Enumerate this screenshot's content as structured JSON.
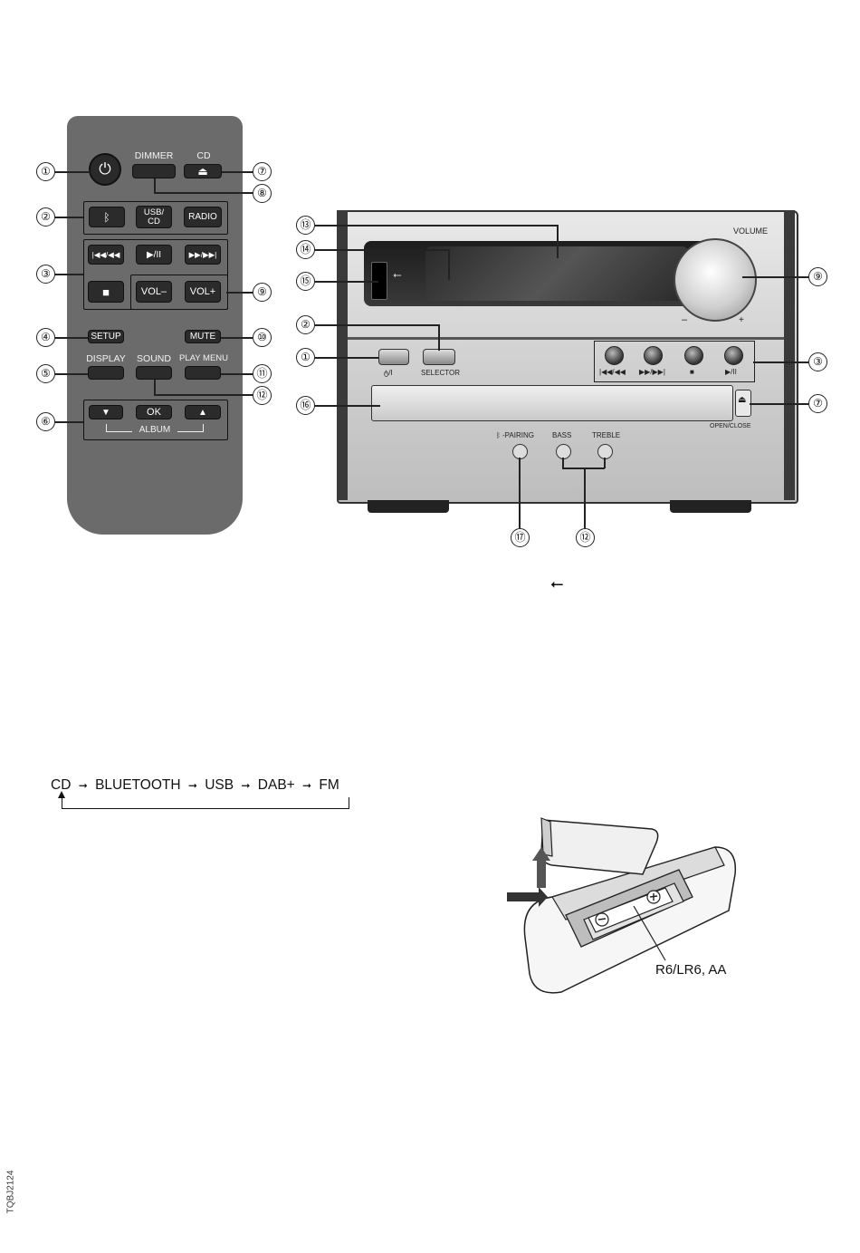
{
  "remote": {
    "dimmer": "DIMMER",
    "cd": "CD",
    "eject_symbol": "⏏",
    "power_symbol": "⏻",
    "bt_symbol": "ᛒ",
    "usb_cd": "USB/\nCD",
    "radio": "RADIO",
    "prev": "|◀◀/◀◀",
    "play_pause": "▶/II",
    "next": "▶▶/▶▶|",
    "stop": "■",
    "vol_minus": "VOL–",
    "vol_plus": "VOL+",
    "setup": "SETUP",
    "mute": "MUTE",
    "display": "DISPLAY",
    "sound": "SOUND",
    "play_menu": "PLAY MENU",
    "down": "▼",
    "ok": "OK",
    "up": "▲",
    "album": "ALBUM"
  },
  "unit": {
    "volume": "VOLUME",
    "vol_minus": "–",
    "vol_plus": "+",
    "power_label": "ტ/I",
    "selector": "SELECTOR",
    "transport_labels": [
      "|◀◀/◀◀",
      "▶▶/▶▶|",
      "■",
      "▶/II"
    ],
    "open_close": "OPEN/CLOSE",
    "pairing": "ᛒ -PAIRING",
    "bass": "BASS",
    "treble": "TREBLE",
    "usb_symbol": "⭠"
  },
  "callouts_remote": [
    "①",
    "②",
    "③",
    "④",
    "⑤",
    "⑥",
    "⑦",
    "⑧",
    "⑨",
    "⑩",
    "⑪",
    "⑫"
  ],
  "callouts_unit": [
    "⑬",
    "⑭",
    "⑮",
    "②",
    "①",
    "⑯",
    "⑨",
    "③",
    "⑦",
    "⑰",
    "⑫"
  ],
  "usb_mark": "⭠",
  "source_flow": {
    "items": [
      "CD",
      "BLUETOOTH",
      "USB",
      "DAB+",
      "FM"
    ],
    "arrow": "➞"
  },
  "battery_label": "R6/LR6, AA",
  "doc_code": "TQBJ2124"
}
